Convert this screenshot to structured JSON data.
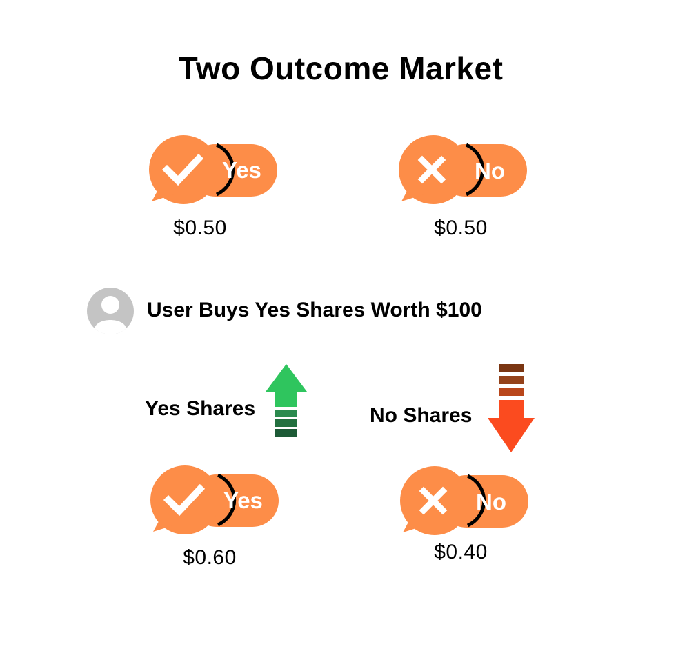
{
  "title": "Two Outcome Market",
  "colors": {
    "pill_orange": "#fd8d48",
    "up_green": "#2fc55e",
    "up_dark_green": "#1d5a36",
    "down_red": "#fb4b1f",
    "down_brown": "#8a3a14",
    "avatar_gray": "#c4c4c4"
  },
  "before": {
    "yes": {
      "label": "Yes",
      "icon": "check-icon",
      "price": "$0.50"
    },
    "no": {
      "label": "No",
      "icon": "x-icon",
      "price": "$0.50"
    }
  },
  "event": {
    "icon": "user-avatar-icon",
    "text": "User Buys Yes Shares Worth $100"
  },
  "movement": {
    "yes_label": "Yes Shares",
    "yes_direction": "up",
    "no_label": "No Shares",
    "no_direction": "down"
  },
  "after": {
    "yes": {
      "label": "Yes",
      "icon": "check-icon",
      "price": "$0.60"
    },
    "no": {
      "label": "No",
      "icon": "x-icon",
      "price": "$0.40"
    }
  }
}
